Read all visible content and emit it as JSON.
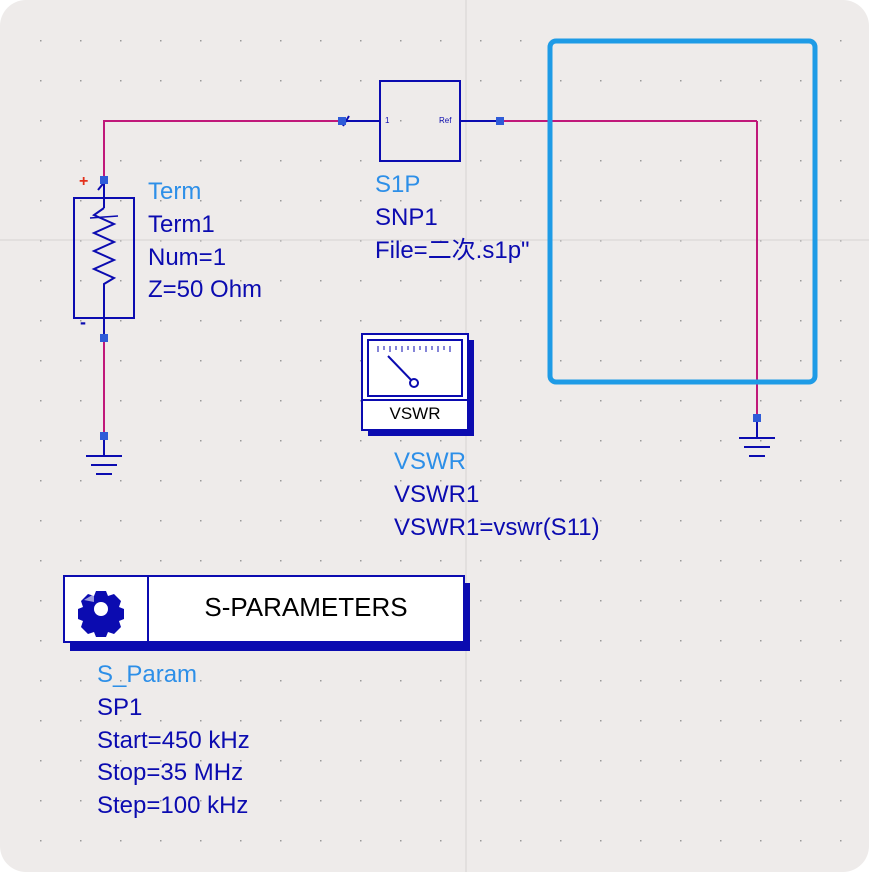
{
  "term": {
    "type": "Term",
    "instance": "Term1",
    "num": "Num=1",
    "impedance": "Z=50 Ohm",
    "plus": "+",
    "minus": "-"
  },
  "snp": {
    "type": "S1P",
    "instance": "SNP1",
    "file": "File=二次.s1p\"",
    "port1": "1",
    "ref": "Ref"
  },
  "vswr": {
    "type": "VSWR",
    "instance": "VSWR1",
    "expr": "VSWR1=vswr(S11)",
    "box_label": "VSWR"
  },
  "sparam": {
    "title": "S-PARAMETERS",
    "type": "S_Param",
    "instance": "SP1",
    "start": "Start=450 kHz",
    "stop": "Stop=35 MHz",
    "step": "Step=100 kHz"
  },
  "colors": {
    "wire": "#c0187a",
    "component": "#0b0bb0",
    "type_label": "#2d8fe8",
    "selection": "#1e9be6",
    "background": "#eeebea"
  }
}
